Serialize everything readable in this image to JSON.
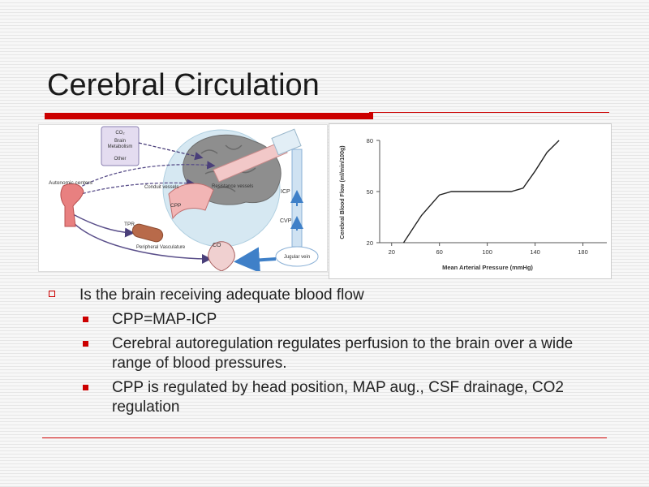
{
  "slide": {
    "title": "Cerebral Circulation"
  },
  "diagram": {
    "labels": {
      "co2": "CO₂",
      "brain_metabolism_1": "Brain",
      "brain_metabolism_2": "Metabolism",
      "other": "Other",
      "autonomic_centers": "Autonomic centers",
      "conduit_vessels": "Conduit vessels",
      "resistance_vessels": "Resistance vessels",
      "icp": "ICP",
      "cvp": "CVP",
      "cpp": "CPP",
      "tpr": "TPR",
      "peripheral_vasculature": "Peripheral Vasculature",
      "co": "CO",
      "jugular_vein": "Jugular vein"
    }
  },
  "chart_data": {
    "type": "line",
    "title": "",
    "xlabel": "Mean Arterial Pressure (mmHg)",
    "ylabel": "Cerebral Blood Flow (ml/min/100g)",
    "xticks": [
      "20",
      "60",
      "100",
      "140",
      "180"
    ],
    "yticks": [
      "20",
      "50",
      "80"
    ],
    "xlim": [
      10,
      200
    ],
    "ylim": [
      20,
      80
    ],
    "grid": false,
    "series": [
      {
        "x": [
          30,
          45,
          60,
          70,
          80,
          100,
          120,
          130,
          140,
          150,
          160
        ],
        "y": [
          20,
          36,
          48,
          50,
          50,
          50,
          50,
          52,
          62,
          73,
          80
        ]
      }
    ]
  },
  "bullets": {
    "main": "Is the brain receiving adequate blood flow",
    "sub1": "CPP=MAP-ICP",
    "sub2": "Cerebral autoregulation regulates perfusion to the brain over a wide range of blood pressures.",
    "sub3": "CPP is regulated by head position, MAP aug., CSF drainage, CO2 regulation"
  }
}
